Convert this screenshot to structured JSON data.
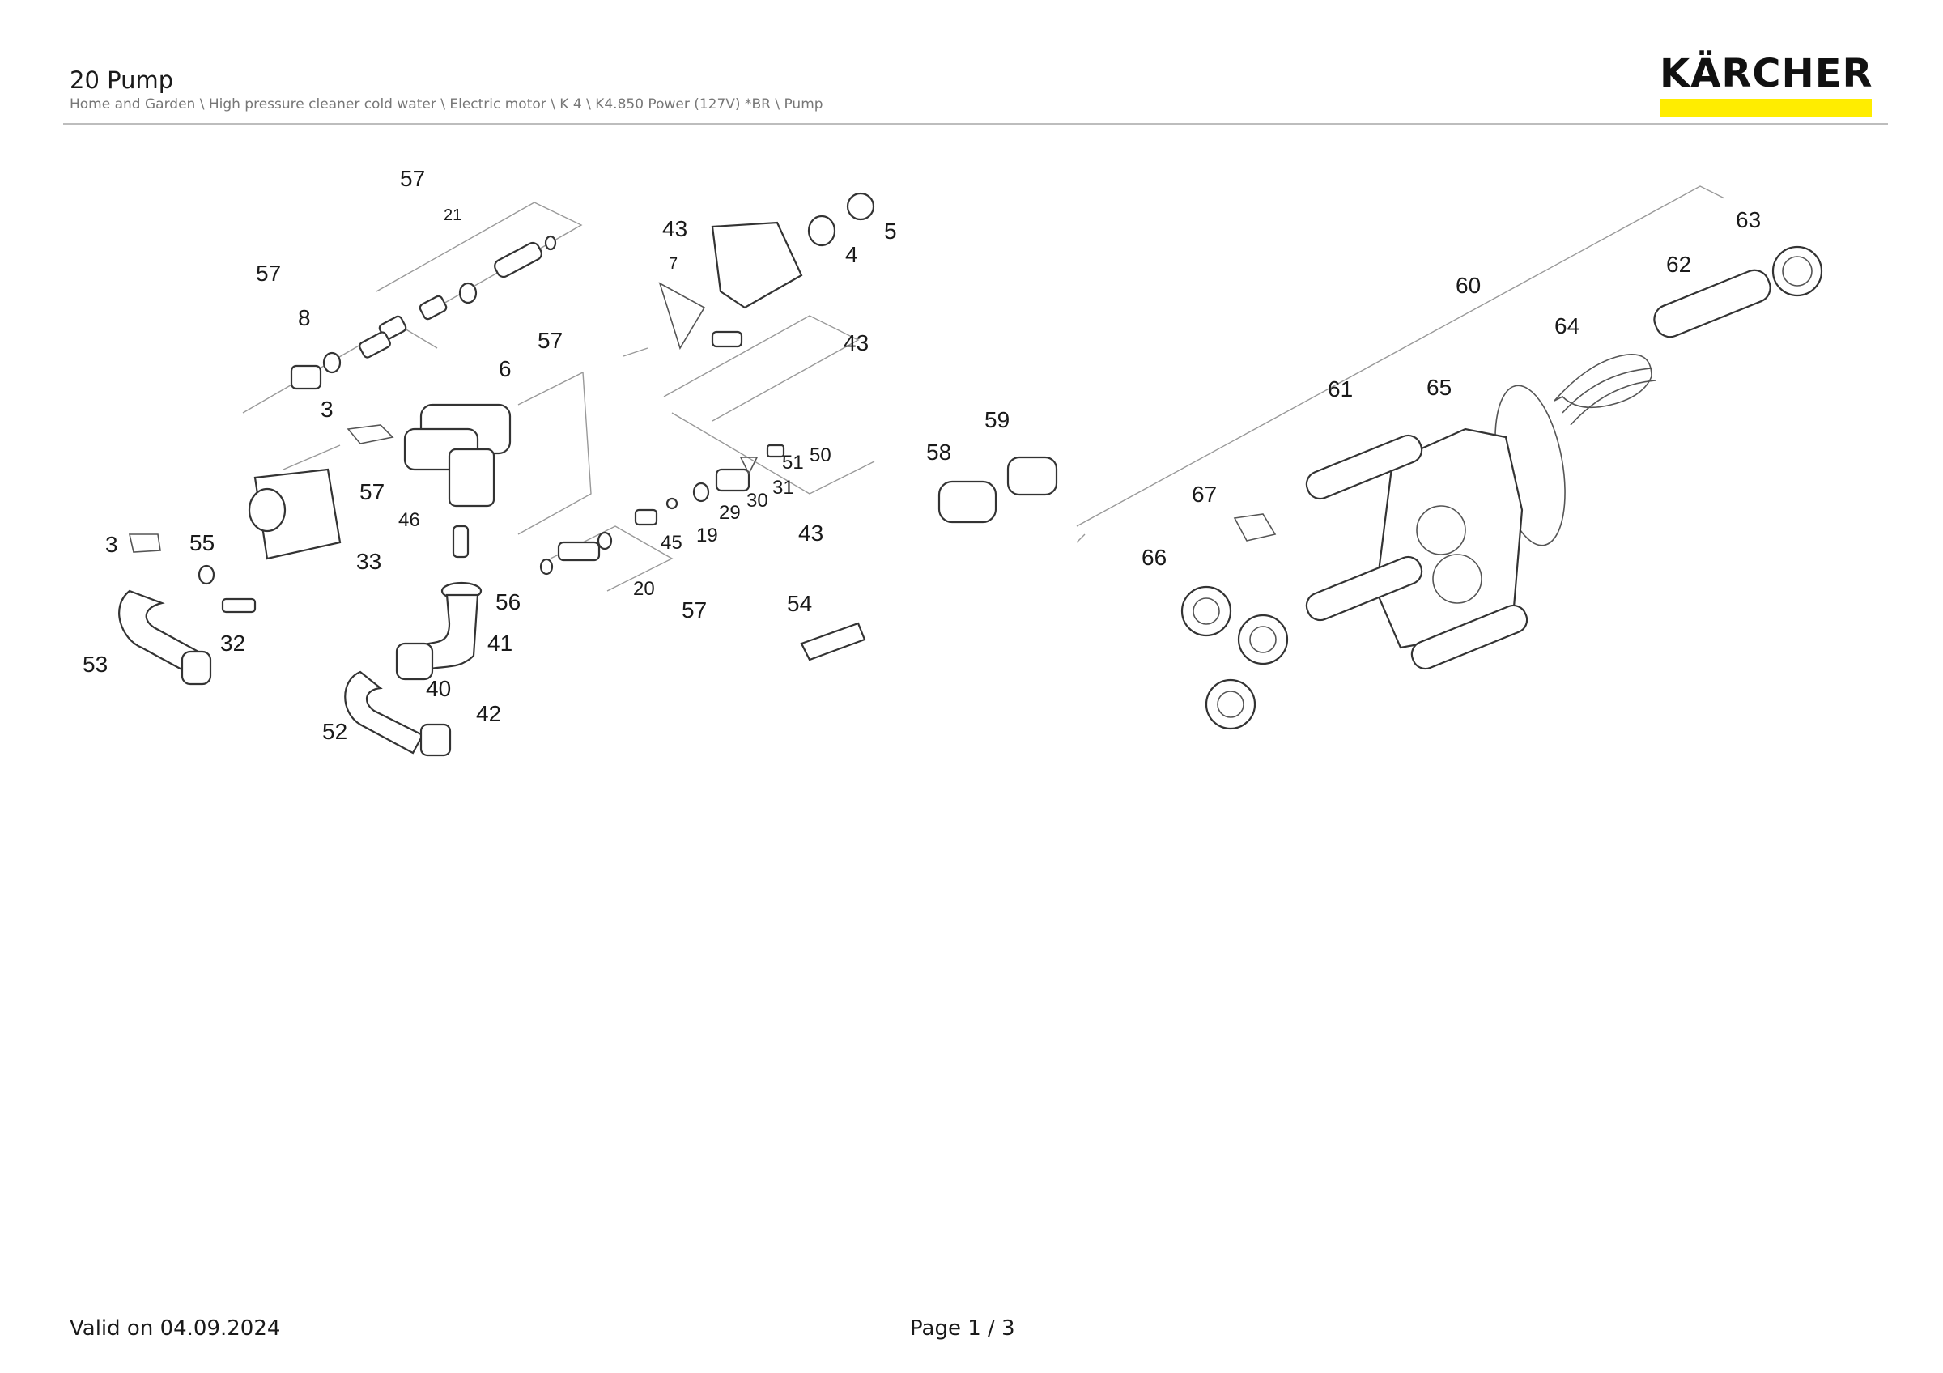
{
  "header": {
    "title": "20 Pump",
    "breadcrumb": "Home and Garden \\ High pressure cleaner cold water \\ Electric motor \\ K 4 \\ K4.850 Power (127V) *BR \\ Pump"
  },
  "brand": {
    "wordmark": "KÄRCHER",
    "accent_color": "#ffed00"
  },
  "diagram": {
    "labels": [
      "57",
      "21",
      "57",
      "8",
      "57",
      "6",
      "3",
      "43",
      "7",
      "5",
      "4",
      "43",
      "59",
      "58",
      "57",
      "46",
      "3",
      "55",
      "33",
      "53",
      "32",
      "56",
      "41",
      "40",
      "52",
      "42",
      "45",
      "19",
      "29",
      "30",
      "31",
      "51",
      "50",
      "43",
      "20",
      "57",
      "54",
      "63",
      "62",
      "60",
      "64",
      "61",
      "65",
      "67",
      "66"
    ]
  },
  "footer": {
    "valid": "Valid on 04.09.2024",
    "page": "Page 1 / 3"
  }
}
